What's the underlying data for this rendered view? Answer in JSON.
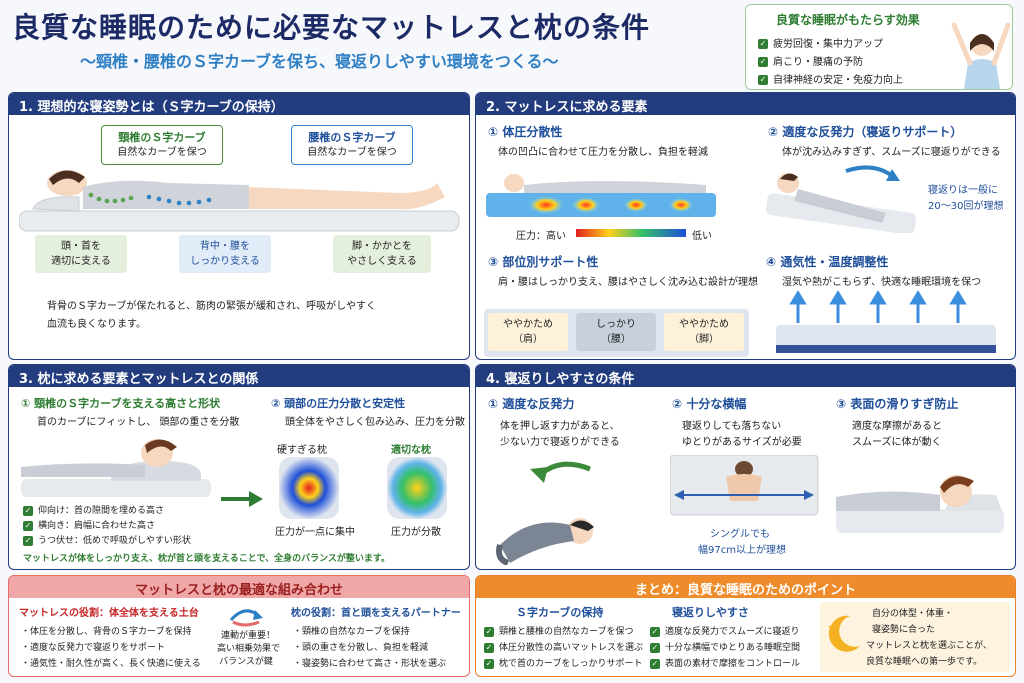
{
  "header": {
    "title": "良質な睡眠のために必要なマットレスと枕の条件",
    "subtitle": "〜頸椎・腰椎のＳ字カーブを保ち、寝返りしやすい環境をつくる〜"
  },
  "benefits": {
    "title": "良質な睡眠がもたらす効果",
    "items": [
      "疲労回復・集中力アップ",
      "肩こり・腰痛の予防",
      "自律神経の安定・免疫力向上"
    ]
  },
  "s1": {
    "title": "1. 理想的な寝姿勢とは（Ｓ字カーブの保持）",
    "neck_title": "頸椎のＳ字カーブ",
    "neck_desc": "自然なカーブを保つ",
    "lumbar_title": "腰椎のＳ字カーブ",
    "lumbar_desc": "自然なカーブを保つ",
    "support": [
      {
        "l1": "頭・首を",
        "l2": "適切に支える"
      },
      {
        "l1": "背中・腰を",
        "l2": "しっかり支える"
      },
      {
        "l1": "脚・かかとを",
        "l2": "やさしく支える"
      }
    ],
    "note1": "背骨のＳ字カーブが保たれると、筋肉の緊張が緩和され、呼吸がしやすく",
    "note2": "血流も良くなります。"
  },
  "s2": {
    "title": "2. マットレスに求める要素",
    "p1_title": "① 体圧分散性",
    "p1_desc": "体の凹凸に合わせて圧力を分散し、負担を軽減",
    "pressure_high": "圧力：高い",
    "pressure_low": "低い",
    "p2_title": "② 適度な反発力（寝返りサポート）",
    "p2_desc": "体が沈み込みすぎず、スムーズに寝返りができる",
    "p2_note1": "寝返りは一般に",
    "p2_note2": "20〜30回が理想",
    "p3_title": "③ 部位別サポート性",
    "p3_desc": "肩・腰はしっかり支え、腰はやさしく沈み込む設計が理想",
    "zones": [
      {
        "l1": "ややかため",
        "l2": "（肩）"
      },
      {
        "l1": "しっかり",
        "l2": "（腰）"
      },
      {
        "l1": "ややかため",
        "l2": "（脚）"
      }
    ],
    "p4_title": "④ 通気性・温度調整性",
    "p4_desc": "湿気や熱がこもらず、快適な睡眠環境を保つ"
  },
  "s3": {
    "title": "3. 枕に求める要素とマットレスとの関係",
    "p1_title": "① 頸椎のＳ字カーブを支える高さと形状",
    "p1_desc": "首のカーブにフィットし、 頭部の重さを分散",
    "p2_title": "② 頭部の圧力分散と安定性",
    "p2_desc": "頭全体をやさしく包み込み、圧力を分散",
    "hard_label": "硬すぎる枕",
    "good_label": "適切な枕",
    "hard_caption": "圧力が一点に集中",
    "good_caption": "圧力が分散",
    "checks": [
      "仰向け：首の隙間を埋める高さ",
      "横向き：肩幅に合わせた高さ",
      "うつ伏せ：低めで呼吸がしやすい形状"
    ],
    "summary": "マットレスが体をしっかり支え、枕が首と頭を支えることで、全身のバランスが整います。"
  },
  "s4": {
    "title": "4. 寝返りしやすさの条件",
    "p1_title": "① 適度な反発力",
    "p1_l1": "体を押し返す力があると、",
    "p1_l2": "少ない力で寝返りができる",
    "p2_title": "② 十分な横幅",
    "p2_l1": "寝返りしても落ちない",
    "p2_l2": "ゆとりがあるサイズが必要",
    "width_l1": "シングルでも",
    "width_l2": "幅97cm以上が理想",
    "p3_title": "③ 表面の滑りすぎ防止",
    "p3_l1": "適度な摩擦があると",
    "p3_l2": "スムーズに体が動く"
  },
  "combo": {
    "title": "マットレスと枕の最適な組み合わせ",
    "left_title": "マットレスの役割：体全体を支える土台",
    "left_items": [
      "体圧を分散し、背骨のＳ字カーブを保持",
      "適度な反発力で寝返りをサポート",
      "通気性・耐久性が高く、長く快適に使える"
    ],
    "center_l1": "連動が重要！",
    "center_l2": "高い相乗効果で",
    "center_l3": "バランスが鍵",
    "right_title": "枕の役割：首と頭を支えるパートナー",
    "right_items": [
      "頸椎の自然なカーブを保持",
      "頭の重さを分散し、負担を軽減",
      "寝姿勢に合わせて高さ・形状を選ぶ"
    ]
  },
  "summary": {
    "title": "まとめ：良質な睡眠のためのポイント",
    "c1_title": "Ｓ字カーブの保持",
    "c1_items": [
      "頸椎と腰椎の自然なカーブを保つ",
      "体圧分散性の高いマットレスを選ぶ",
      "枕で首のカーブをしっかりサポート"
    ],
    "c2_title": "寝返りしやすさ",
    "c2_items": [
      "適度な反発力でスムーズに寝返り",
      "十分な横幅でゆとりある睡眠空間",
      "表面の素材で摩擦をコントロール"
    ],
    "moon_l1": "自分の体型・体重・",
    "moon_l2": "寝姿勢に合った",
    "moon_l3": "マットレスと枕を選ぶことが、",
    "moon_l4": "良質な睡眠への第一歩です。"
  },
  "colors": {
    "navy": "#233c7e",
    "green": "#2e7d32",
    "blue": "#2e7fc4",
    "orange": "#f08b2b",
    "red": "#c62828"
  }
}
